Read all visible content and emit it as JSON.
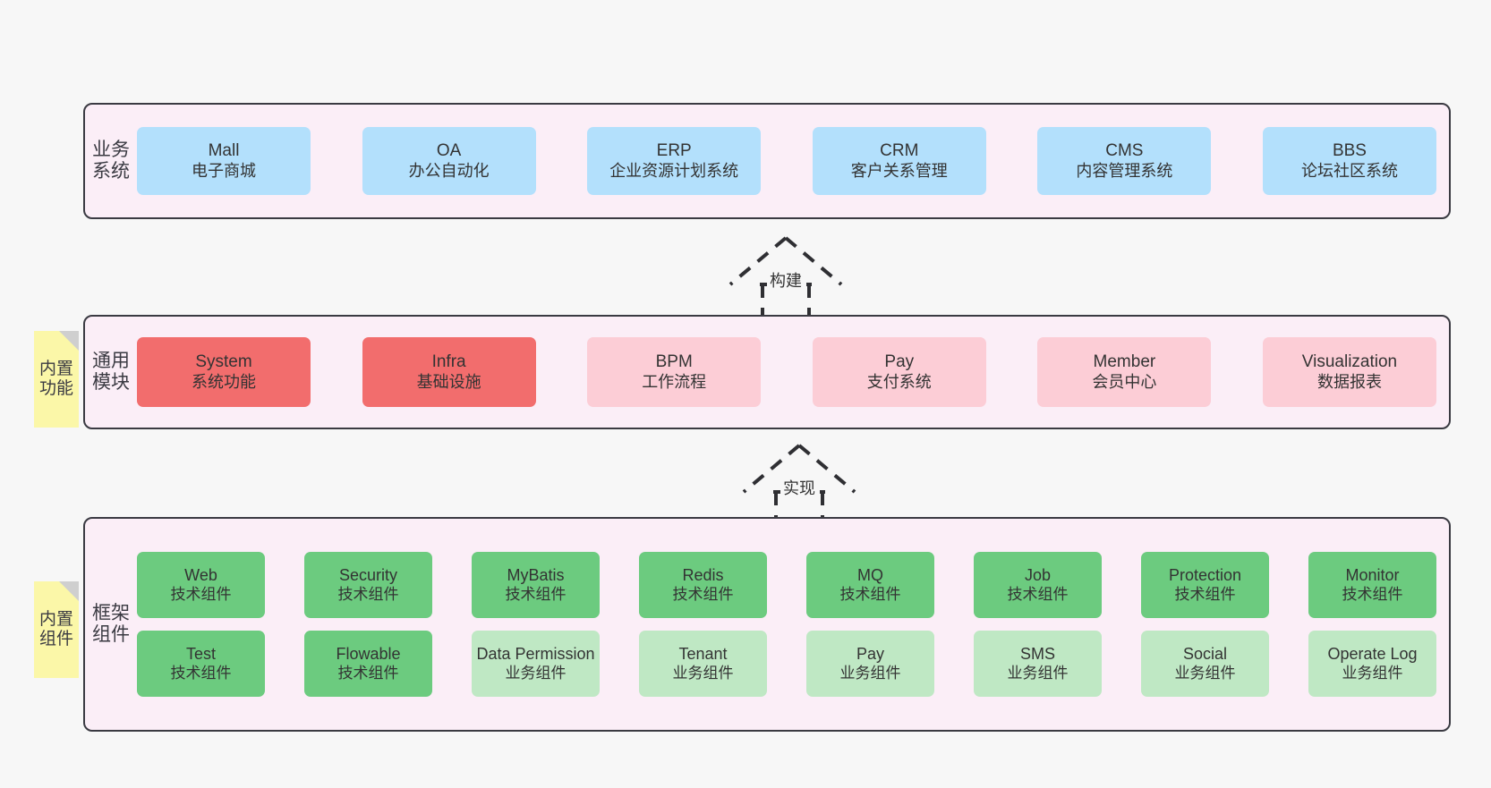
{
  "diagram": {
    "background": "#f7f7f7",
    "layer_bg": "#fbeef7",
    "layer_border": "#3a3a42",
    "sticky_color": "#fbf7a8",
    "colors": {
      "business": "#b3e0fc",
      "module_strong": "#f26d6d",
      "module_soft": "#fccdd6",
      "tech_component": "#6ccb7f",
      "biz_component": "#bfe8c4"
    }
  },
  "business_layer": {
    "label": "业务系统",
    "nodes": [
      {
        "name": "Mall",
        "desc": "电子商城"
      },
      {
        "name": "OA",
        "desc": "办公自动化"
      },
      {
        "name": "ERP",
        "desc": "企业资源计划系统"
      },
      {
        "name": "CRM",
        "desc": "客户关系管理"
      },
      {
        "name": "CMS",
        "desc": "内容管理系统"
      },
      {
        "name": "BBS",
        "desc": "论坛社区系统"
      }
    ]
  },
  "connector_build": {
    "label": "构建"
  },
  "module_layer": {
    "label": "通用模块",
    "sticky": "内置功能",
    "nodes": [
      {
        "name": "System",
        "desc": "系统功能",
        "style": "strong"
      },
      {
        "name": "Infra",
        "desc": "基础设施",
        "style": "strong"
      },
      {
        "name": "BPM",
        "desc": "工作流程",
        "style": "soft"
      },
      {
        "name": "Pay",
        "desc": "支付系统",
        "style": "soft"
      },
      {
        "name": "Member",
        "desc": "会员中心",
        "style": "soft"
      },
      {
        "name": "Visualization",
        "desc": "数据报表",
        "style": "soft"
      }
    ]
  },
  "connector_impl": {
    "label": "实现"
  },
  "framework_layer": {
    "label": "框架组件",
    "sticky": "内置组件",
    "row1": [
      {
        "name": "Web",
        "desc": "技术组件",
        "style": "tech"
      },
      {
        "name": "Security",
        "desc": "技术组件",
        "style": "tech"
      },
      {
        "name": "MyBatis",
        "desc": "技术组件",
        "style": "tech"
      },
      {
        "name": "Redis",
        "desc": "技术组件",
        "style": "tech"
      },
      {
        "name": "MQ",
        "desc": "技术组件",
        "style": "tech"
      },
      {
        "name": "Job",
        "desc": "技术组件",
        "style": "tech"
      },
      {
        "name": "Protection",
        "desc": "技术组件",
        "style": "tech"
      },
      {
        "name": "Monitor",
        "desc": "技术组件",
        "style": "tech"
      }
    ],
    "row2": [
      {
        "name": "Test",
        "desc": "技术组件",
        "style": "tech"
      },
      {
        "name": "Flowable",
        "desc": "技术组件",
        "style": "tech"
      },
      {
        "name": "Data Permission",
        "desc": "业务组件",
        "style": "biz2"
      },
      {
        "name": "Tenant",
        "desc": "业务组件",
        "style": "biz2"
      },
      {
        "name": "Pay",
        "desc": "业务组件",
        "style": "biz2"
      },
      {
        "name": "SMS",
        "desc": "业务组件",
        "style": "biz2"
      },
      {
        "name": "Social",
        "desc": "业务组件",
        "style": "biz2"
      },
      {
        "name": "Operate Log",
        "desc": "业务组件",
        "style": "biz2"
      }
    ]
  }
}
